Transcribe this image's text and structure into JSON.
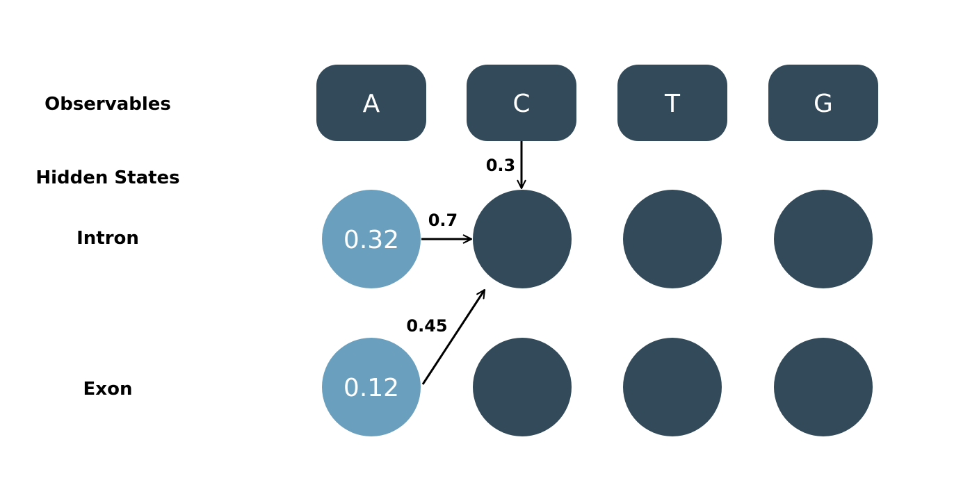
{
  "colors": {
    "dark_node": "#324a59",
    "light_node": "#6a9fbd",
    "text_light": "#ffffff",
    "arrow": "#000000"
  },
  "labels": {
    "observables": "Observables",
    "hidden_states": "Hidden States",
    "intron": "Intron",
    "exon": "Exon"
  },
  "observables": [
    "A",
    "C",
    "T",
    "G"
  ],
  "initial_probabilities": {
    "intron": "0.32",
    "exon": "0.12"
  },
  "edges": {
    "emission_c_to_intron": "0.3",
    "intron_to_intron": "0.7",
    "exon_to_intron": "0.45"
  }
}
